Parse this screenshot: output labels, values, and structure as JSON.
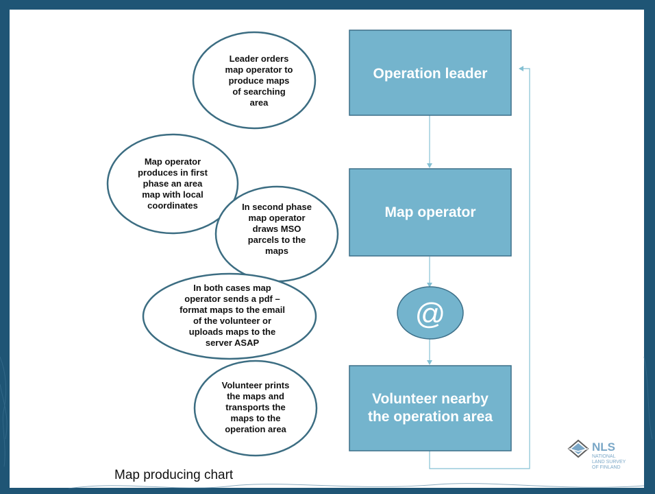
{
  "diagram": {
    "boxes": {
      "operation_leader": "Operation leader",
      "map_operator": "Map operator",
      "volunteer": [
        "Volunteer nearby",
        "the operation area"
      ]
    },
    "email_symbol": "@",
    "bubbles": {
      "leader_orders": [
        "Leader orders",
        "map operator to",
        "produce maps",
        "of searching",
        "area"
      ],
      "first_phase": [
        "Map operator",
        "produces in first",
        "phase an area",
        "map with local",
        "coordinates"
      ],
      "second_phase": [
        "In second phase",
        "map operator",
        "draws MSO",
        "parcels to the",
        "maps"
      ],
      "both_cases": [
        "In both cases map",
        "operator sends a pdf –",
        "format maps to the email",
        "of the volunteer or",
        "uploads maps to the",
        "server ASAP"
      ],
      "volunteer_prints": [
        "Volunteer prints",
        "the maps and",
        "transports the",
        "maps to the",
        "operation area"
      ]
    },
    "caption": "Map producing chart"
  },
  "logo": {
    "name": "NLS",
    "lines": [
      "NATIONAL",
      "LAND SURVEY",
      "OF FINLAND"
    ]
  },
  "colors": {
    "box_fill": "#74b4cd",
    "box_stroke": "#3d6f88",
    "bubble_stroke": "#3c6d82",
    "connector": "#84c0d3",
    "frame": "#1f5575",
    "logo": "#7aa7c7"
  }
}
